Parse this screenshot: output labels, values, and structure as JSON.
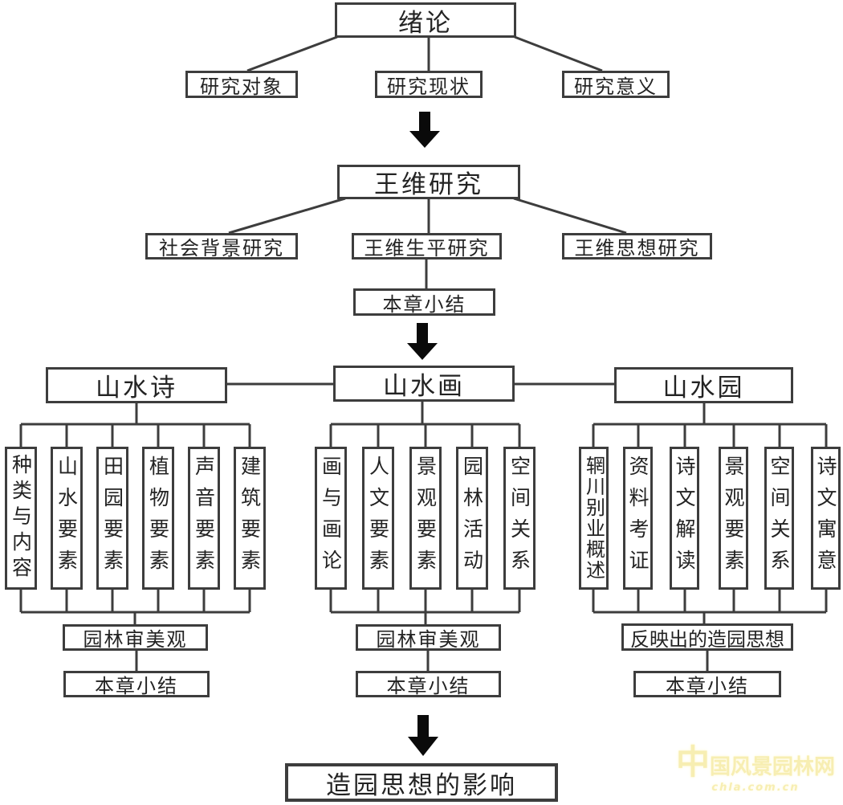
{
  "diagram": {
    "intro": {
      "title": "绪论",
      "children": [
        "研究对象",
        "研究现状",
        "研究意义"
      ]
    },
    "wangwei": {
      "title": "王维研究",
      "children": [
        "社会背景研究",
        "王维生平研究",
        "王维思想研究"
      ],
      "summary": "本章小结"
    },
    "branches": [
      {
        "title": "山水诗",
        "columns": [
          "种类与内容",
          "山水要素",
          "田园要素",
          "植物要素",
          "声音要素",
          "建筑要素"
        ],
        "outcome": "园林审美观",
        "summary": "本章小结"
      },
      {
        "title": "山水画",
        "columns": [
          "画与画论",
          "人文要素",
          "景观要素",
          "园林活动",
          "空间关系"
        ],
        "outcome": "园林审美观",
        "summary": "本章小结"
      },
      {
        "title": "山水园",
        "columns": [
          "辋川别业概述",
          "资料考证",
          "诗文解读",
          "景观要素",
          "空间关系",
          "诗文寓意"
        ],
        "outcome": "反映出的造园思想",
        "summary": "本章小结"
      }
    ],
    "final_title": "造园思想的影响",
    "watermark": {
      "title": "中国风景园林网",
      "url": "chla.com.cn"
    },
    "colors": {
      "line": "#3d3d3d",
      "box_border": "#3d3d3d",
      "arrow": "#0a0a0a",
      "watermark": "#f7edac"
    }
  }
}
